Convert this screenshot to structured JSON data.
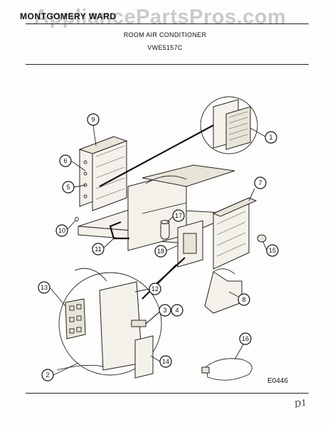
{
  "header": {
    "brand": "MONTGOMERY WARD",
    "watermark": "AppliancePartsPros.com",
    "product": "ROOM AIR CONDITIONER",
    "model": "VWE5157C"
  },
  "footer": {
    "diagram_code": "E0446",
    "handwritten_mark": "D1"
  },
  "callouts": [
    "1",
    "2",
    "3",
    "4",
    "5",
    "6",
    "7",
    "8",
    "9",
    "10",
    "11",
    "12",
    "13",
    "14",
    "15",
    "16",
    "17",
    "18"
  ]
}
